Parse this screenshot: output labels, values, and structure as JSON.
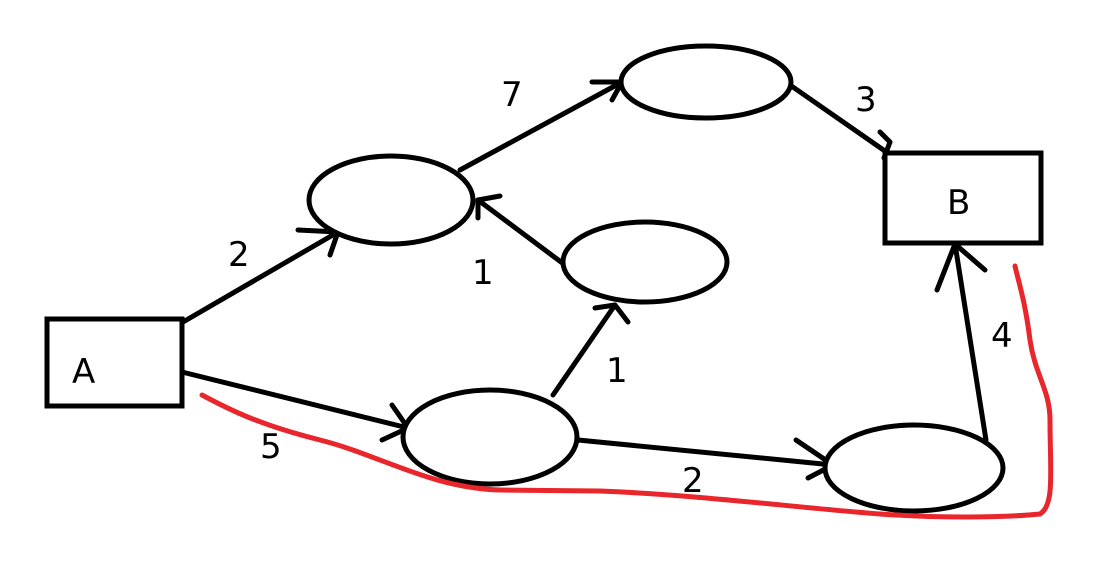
{
  "nodes": {
    "start": {
      "label": "A"
    },
    "end": {
      "label": "B"
    }
  },
  "edges": [
    {
      "from": "A",
      "to": "upper-left",
      "weight": "2"
    },
    {
      "from": "upper-left",
      "to": "top",
      "weight": "7"
    },
    {
      "from": "top",
      "to": "B",
      "weight": "3"
    },
    {
      "from": "middle-right",
      "to": "upper-left",
      "weight": "1"
    },
    {
      "from": "bottom-middle",
      "to": "middle-right",
      "weight": "1"
    },
    {
      "from": "A",
      "to": "bottom-middle",
      "weight": "5"
    },
    {
      "from": "bottom-middle",
      "to": "bottom-right",
      "weight": "2"
    },
    {
      "from": "bottom-right",
      "to": "B",
      "weight": "4"
    }
  ],
  "highlight_color": "#e8262b"
}
